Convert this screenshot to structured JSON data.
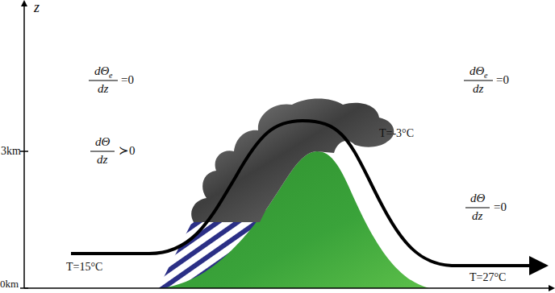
{
  "diagram": {
    "labels": [
      "z",
      "3km",
      "0km",
      "dΘ",
      "e",
      "dz",
      "=0",
      "dΘ",
      "dz",
      "≻0",
      "T=15°C",
      "T=-3°C",
      "dΘ",
      "e",
      "dz",
      "=0",
      "dΘ",
      "dz",
      "=0",
      "T=27°C"
    ]
  }
}
